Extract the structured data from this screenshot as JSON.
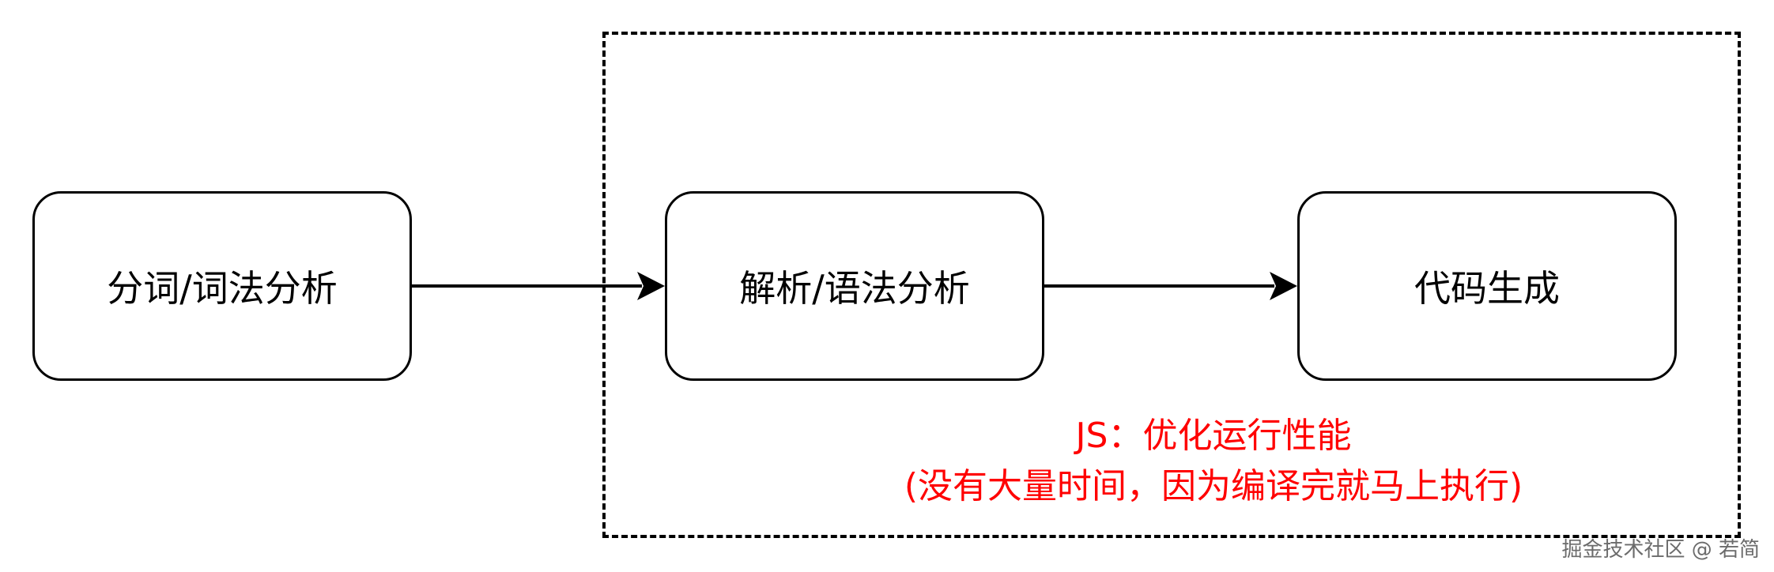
{
  "diagram": {
    "nodes": [
      {
        "id": "lexing",
        "label": "分词/词法分析"
      },
      {
        "id": "parsing",
        "label": "解析/语法分析"
      },
      {
        "id": "codegen",
        "label": "代码生成"
      }
    ],
    "edges": [
      {
        "from": "lexing",
        "to": "parsing"
      },
      {
        "from": "parsing",
        "to": "codegen"
      }
    ],
    "note": {
      "line1": "JS：优化运行性能",
      "line2": "(没有大量时间，因为编译完就马上执行)",
      "color": "#ff0000"
    },
    "region_style": "dashed",
    "stroke_color": "#000000"
  },
  "watermark": "掘金技术社区 @ 若简"
}
